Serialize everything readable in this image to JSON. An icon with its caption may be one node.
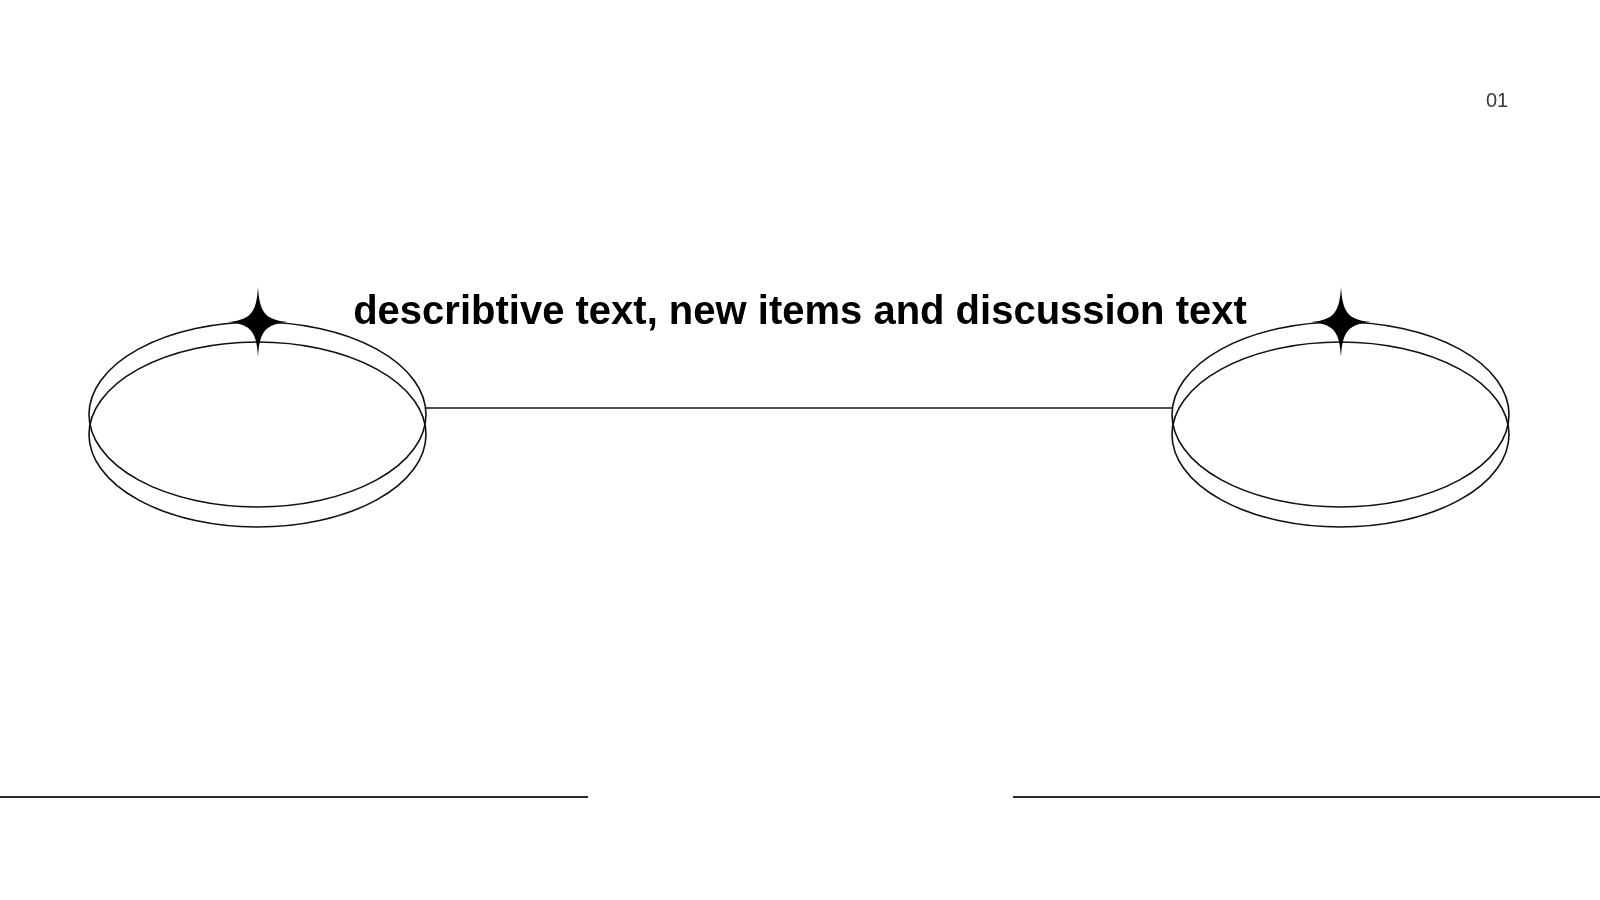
{
  "diagram": {
    "title": "describtive text, new items and discussion text",
    "nodes": [
      {
        "text": [],
        "shape": "ellipse"
      },
      {
        "text": [],
        "shape": "ellipse"
      }
    ],
    "edges": [
      {
        "from": 0,
        "to": 1,
        "arrow": "none"
      }
    ],
    "labels": [
      "01"
    ]
  }
}
